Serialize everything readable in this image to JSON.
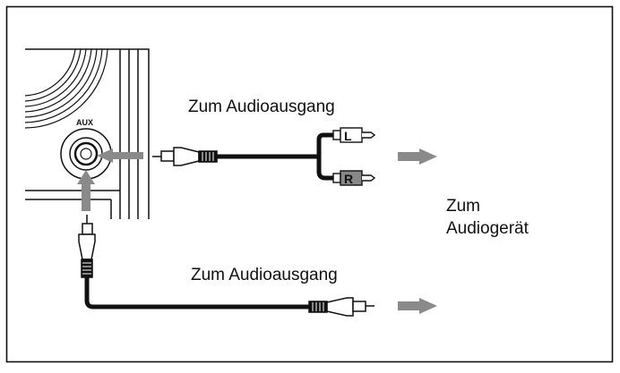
{
  "labels": {
    "port_aux": "AUX",
    "top_cable": "Zum Audioausgang",
    "bottom_cable": "Zum Audioausgang",
    "device_line1": "Zum",
    "device_line2": "Audiogerät",
    "plug_left": "L",
    "plug_right": "R"
  },
  "colors": {
    "line": "#111111",
    "arrow": "#8a8a8a",
    "plug_r_fill": "#888888"
  }
}
